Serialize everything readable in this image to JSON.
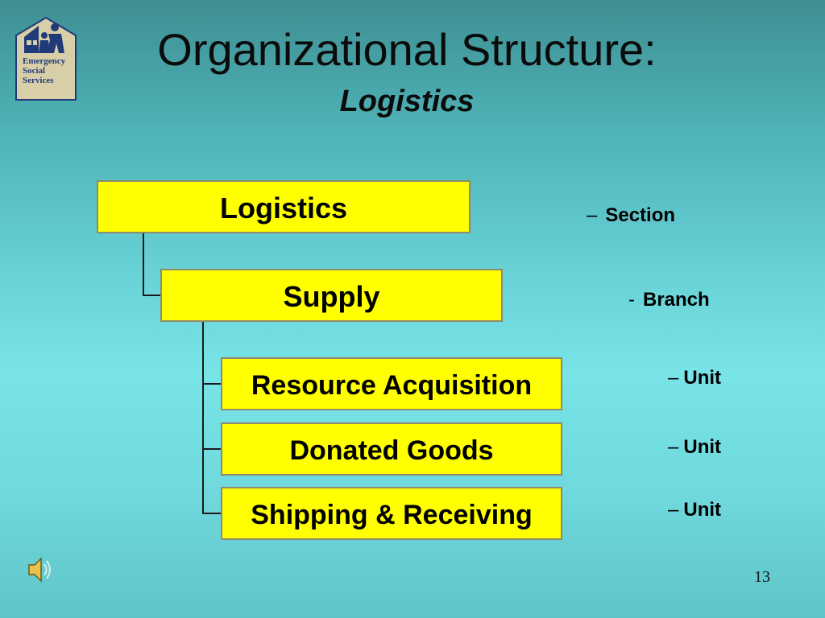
{
  "logo": {
    "icon": "house-family-icon",
    "line1": "Emergency",
    "line2": "Social",
    "line3": "Services"
  },
  "title": "Organizational Structure:",
  "subtitle": "Logistics",
  "chart": {
    "section": "Logistics",
    "branch": "Supply",
    "units": [
      "Resource Acquisition",
      "Donated Goods",
      "Shipping & Receiving"
    ]
  },
  "legend": {
    "section": {
      "dash": "–",
      "text": "Section"
    },
    "branch": {
      "dash": "-",
      "text": "Branch"
    },
    "units": [
      {
        "dash": "–",
        "text": "Unit"
      },
      {
        "dash": "–",
        "text": "Unit"
      },
      {
        "dash": "–",
        "text": "Unit"
      }
    ]
  },
  "speaker_icon": "speaker-icon",
  "page_number": "13",
  "colors": {
    "box_fill": "#ffff00",
    "box_border": "#8f8a6a"
  }
}
